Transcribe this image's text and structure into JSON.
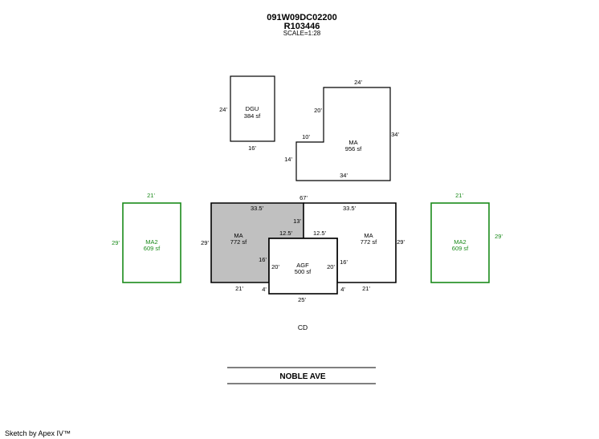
{
  "header": {
    "parcel_id": "091W09DC02200",
    "account": "R103446",
    "scale": "SCALE=1:28"
  },
  "areas": {
    "dgu": {
      "name": "DGU",
      "area": "384 sf",
      "dims": {
        "left": "24'",
        "bottom": "16'"
      }
    },
    "ma_upper": {
      "name": "MA",
      "area": "956 sf",
      "dims": {
        "top": "24'",
        "left_upper": "20'",
        "notch": "10'",
        "left_lower": "14'",
        "right": "34'",
        "bottom": "34'"
      }
    },
    "ma2_left": {
      "name": "MA2",
      "area": "609 sf",
      "dims": {
        "top": "21'",
        "left": "29'"
      },
      "color": "#1a8a1a"
    },
    "ma_left": {
      "name": "MA",
      "area": "772 sf",
      "dims": {
        "top": "33.5'",
        "left": "29'",
        "inner_top": "12.5'",
        "inner_vert": "13'",
        "inner_left": "16'",
        "bottom": "21'",
        "step": "4'"
      },
      "fill": "#c0c0c0"
    },
    "ma_right": {
      "name": "MA",
      "area": "772 sf",
      "dims": {
        "top": "33.5'",
        "right": "29'",
        "inner_top": "12.5'",
        "inner_right": "16'",
        "bottom": "21'",
        "step": "4'"
      }
    },
    "agf": {
      "name": "AGF",
      "area": "500 sf",
      "dims": {
        "left": "20'",
        "right": "20'",
        "bottom": "25'"
      }
    },
    "ma2_right": {
      "name": "MA2",
      "area": "609 sf",
      "dims": {
        "top": "21'",
        "right": "29'"
      },
      "color": "#1a8a1a"
    },
    "overall_top": "67'"
  },
  "cd_label": "CD",
  "street_name": "NOBLE AVE",
  "credit": "Sketch by Apex IV™",
  "colors": {
    "line": "#000000",
    "green": "#1a8a1a",
    "shaded": "#c0c0c0"
  }
}
